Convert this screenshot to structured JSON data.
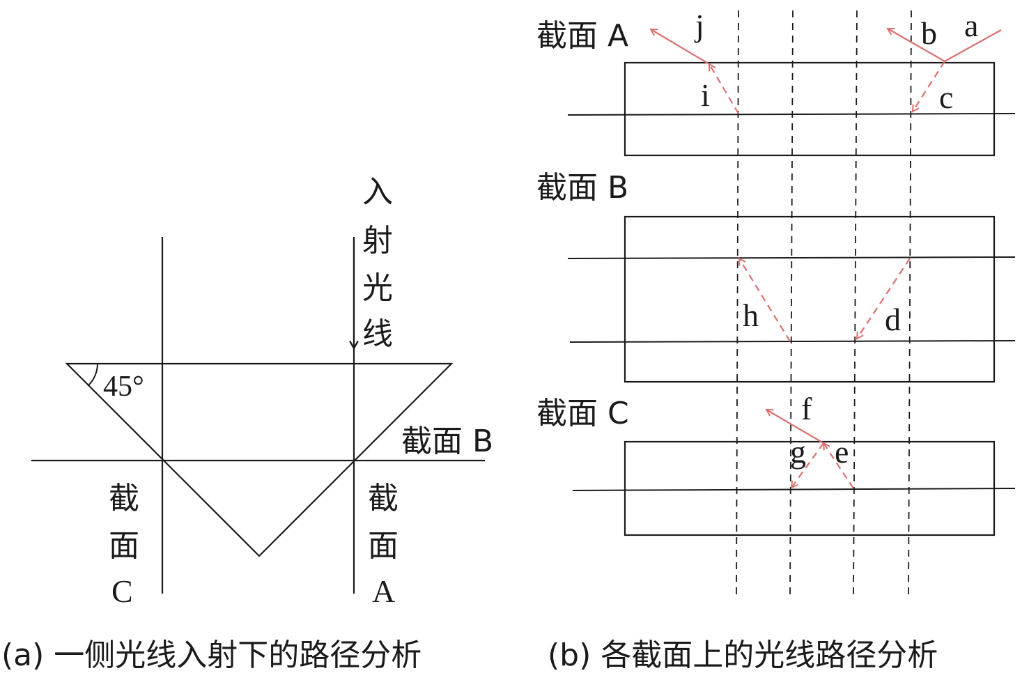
{
  "panel_a": {
    "incident_label": [
      "入",
      "射",
      "光",
      "线"
    ],
    "angle_label": "45°",
    "section_b_label": "截面 B",
    "section_c_label": [
      "截",
      "面",
      "C"
    ],
    "section_a_label": [
      "截",
      "面",
      "A"
    ],
    "caption": "(a) 一侧光线入射下的路径分析"
  },
  "panel_b": {
    "section_a_title": "截面 A",
    "section_b_title": "截面 B",
    "section_c_title": "截面 C",
    "ray_labels": {
      "a": "a",
      "b": "b",
      "c": "c",
      "d": "d",
      "e": "e",
      "f": "f",
      "g": "g",
      "h": "h",
      "i": "i",
      "j": "j"
    },
    "caption": "(b) 各截面上的光线路径分析"
  },
  "colors": {
    "ray": "#d9706f",
    "ink": "#1a1a1a"
  }
}
